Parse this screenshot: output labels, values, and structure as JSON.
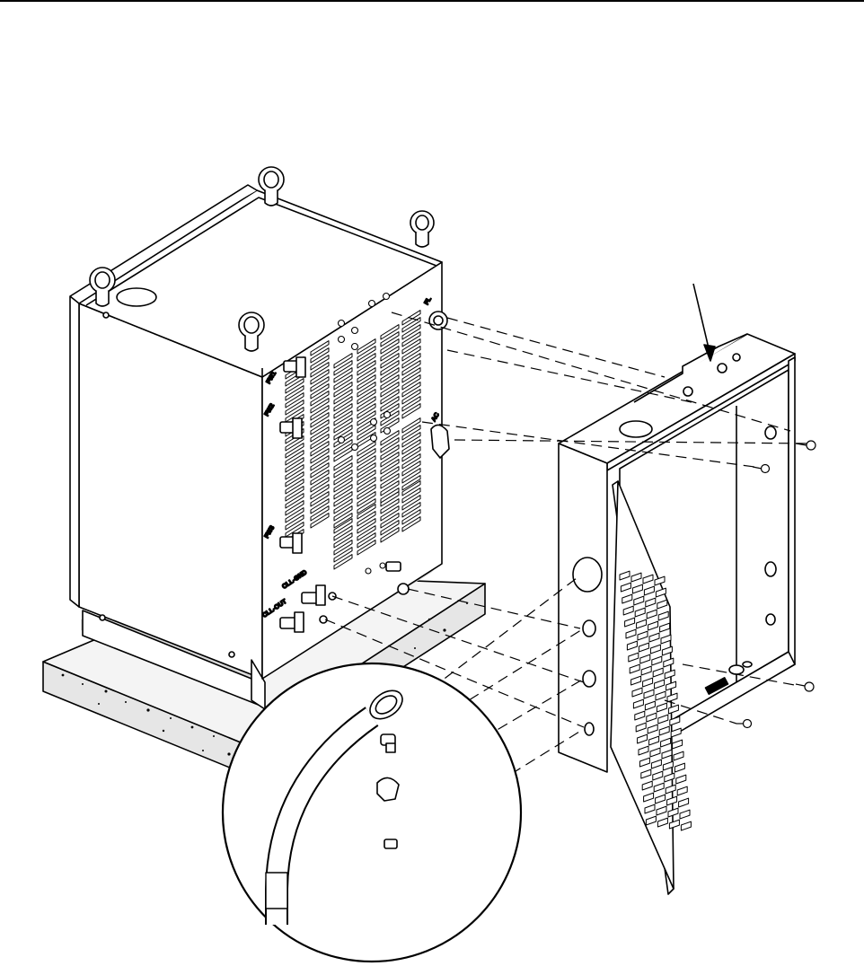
{
  "figure": {
    "panel_labels": {
      "left_1": "FW1",
      "left_2": "FW2",
      "left_3": "FW3",
      "front_1": "CLL-GND",
      "front_2": "CLL-OUT",
      "side_1": "FL",
      "side_2": "AC"
    },
    "colors": {
      "line": "#000000",
      "concrete": "#e6e6e6",
      "shadow": "#d9d9d9",
      "paper": "#ffffff"
    }
  }
}
